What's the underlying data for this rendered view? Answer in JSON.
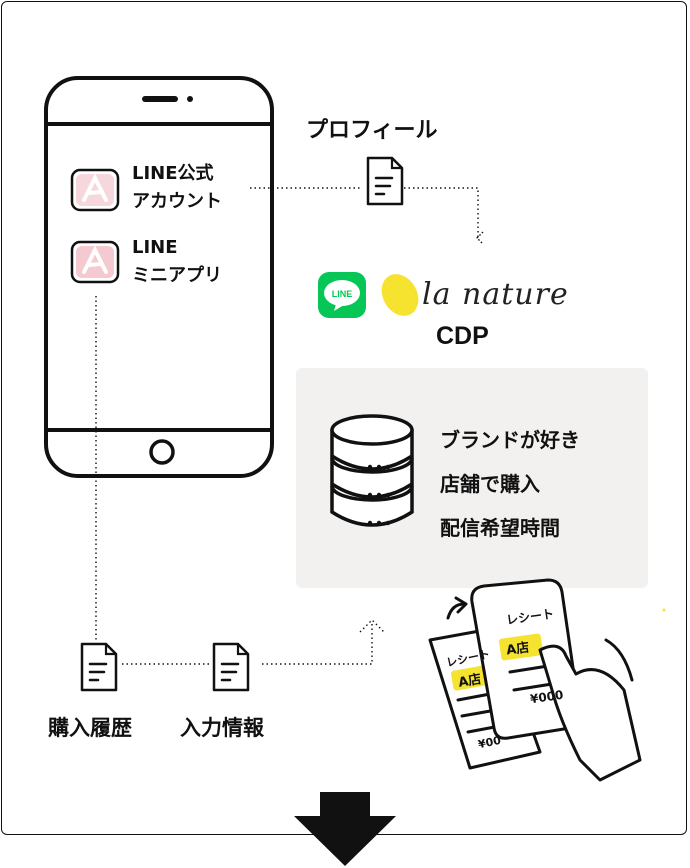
{
  "profile_label": "プロフィール",
  "phone": {
    "apps": [
      {
        "line1": "LINE公式",
        "line2": "アカウント",
        "icon": "app-a-icon"
      },
      {
        "line1": "LINE",
        "line2": "ミニアプリ",
        "icon": "app-a-icon"
      }
    ]
  },
  "brand": {
    "line_badge": "LINE",
    "logo_text": "la nature",
    "cdp_label": "CDP"
  },
  "cdp_attributes": [
    "ブランドが好き",
    "店舗で購入",
    "配信希望時間"
  ],
  "bottom_docs": [
    {
      "label": "購入履歴",
      "icon": "document-icon"
    },
    {
      "label": "入力情報",
      "icon": "document-icon"
    }
  ],
  "receipts": {
    "title": "レシート",
    "store": "A店",
    "amount_front": "¥000",
    "amount_back": "¥00"
  },
  "colors": {
    "line_green": "#06c755",
    "highlight_yellow": "#f5e330",
    "app_icon_pink": "#f4c9cf",
    "panel_gray": "#f2f1ef"
  }
}
